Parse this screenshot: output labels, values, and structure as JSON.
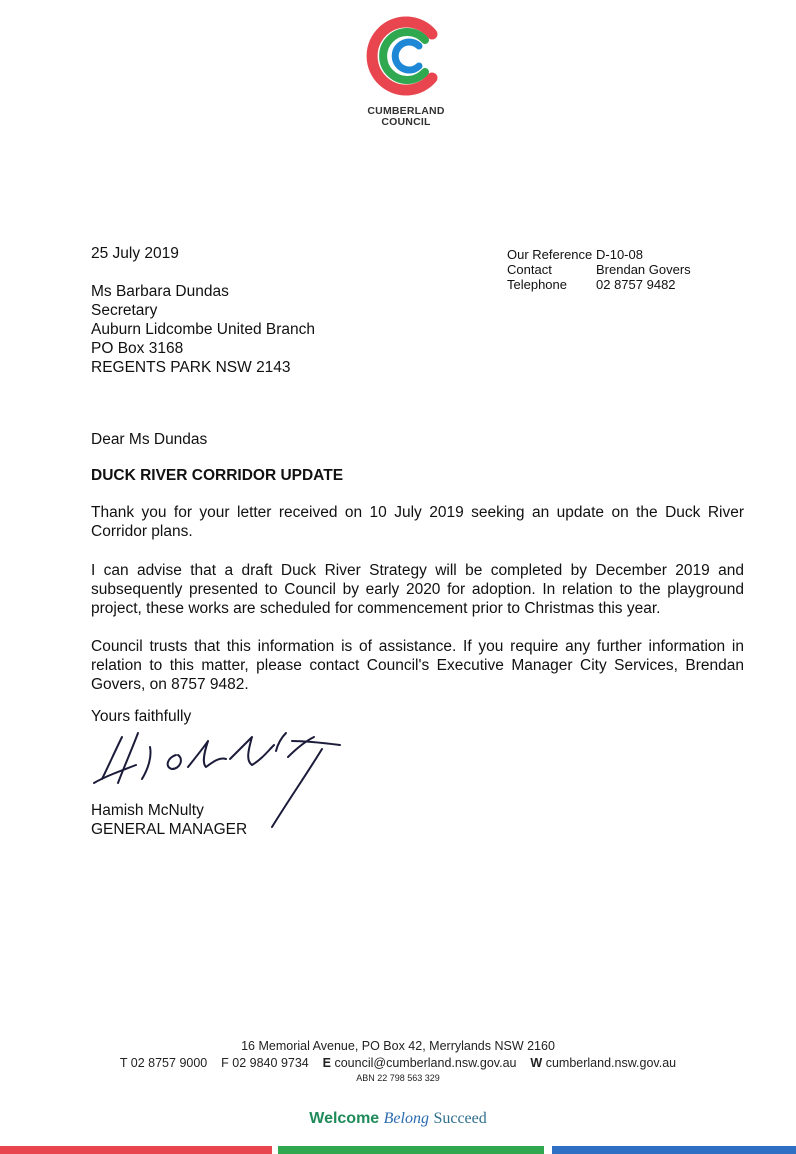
{
  "logo": {
    "line1": "CUMBERLAND",
    "line2": "COUNCIL"
  },
  "letter": {
    "date": "25 July 2019",
    "references": [
      {
        "label": "Our Reference",
        "value": "D-10-08"
      },
      {
        "label": "Contact",
        "value": "Brendan Govers"
      },
      {
        "label": "Telephone",
        "value": "02 8757 9482"
      }
    ],
    "recipient": {
      "name": "Ms Barbara Dundas",
      "role": "Secretary",
      "organisation": "Auburn Lidcombe United Branch",
      "po_box": "PO Box 3168",
      "locality": "REGENTS PARK NSW 2143"
    },
    "salutation": "Dear Ms Dundas",
    "subject": "DUCK RIVER CORRIDOR UPDATE",
    "paragraphs": [
      "Thank you for your letter received on 10 July 2019 seeking an update on the Duck River Corridor plans.",
      "I can advise that a draft Duck River Strategy will be completed by December 2019 and subsequently presented to Council by early 2020 for adoption. In relation to the playground project, these works are scheduled for commencement prior to Christmas this year.",
      "Council trusts that this information is of assistance. If you require any further information in relation to this matter, please contact Council's Executive Manager City Services, Brendan Govers, on 8757 9482."
    ],
    "closing": "Yours faithfully",
    "signatory_name": "Hamish McNulty",
    "signatory_title": "GENERAL MANAGER"
  },
  "footer": {
    "address": "16 Memorial Avenue, PO Box 42, Merrylands NSW 2160",
    "t_label": "T",
    "t_value": "02 8757 9000",
    "f_label": "F",
    "f_value": "02 9840 9734",
    "e_label": "E",
    "e_value": "council@cumberland.nsw.gov.au",
    "w_label": "W",
    "w_value": "cumberland.nsw.gov.au",
    "abn": "ABN 22 798 563 329"
  },
  "tagline": {
    "word1": "Welcome",
    "word2": "Belong",
    "word3": "Succeed"
  },
  "colors": {
    "logo_red": "#e8454f",
    "logo_green": "#2fa84f",
    "logo_blue": "#1e88d6",
    "tagline_green": "#1f8a5a",
    "tagline_blue": "#2b6cb0",
    "bar_red": "#e8454f",
    "bar_green": "#2fa84f",
    "bar_blue": "#2f6fc4"
  }
}
